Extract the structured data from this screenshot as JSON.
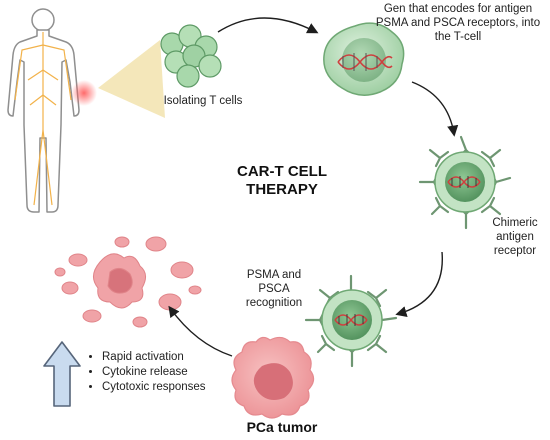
{
  "title": "CAR-T CELL THERAPY",
  "labels": {
    "isolating": "Isolating T cells",
    "gene": "Gen that encodes for antigen PSMA and PSCA receptors, into the T-cell",
    "chimeric": "Chimeric antigen receptor",
    "recognition": "PSMA and PSCA recognition",
    "tumor": "PCa tumor"
  },
  "bullets": [
    "Rapid activation",
    "Cytokine release",
    "Cytotoxic responses"
  ],
  "colors": {
    "cell_green": "#b8dfb9",
    "cell_green_dark": "#6fa874",
    "receptor": "#7a9e7e",
    "tumor_pink": "#f3a5a7",
    "tumor_nucleus": "#d76f78",
    "dna_red": "#cf3f3f",
    "body_outline": "#8f8f8f",
    "nerves": "#f2b24a",
    "arrow_blue": "#c9dbef"
  },
  "icons": [
    "human-body-icon",
    "t-cell-cluster-icon",
    "dna-icon",
    "car-receptor-icon",
    "tumor-cell-icon",
    "debris-icon",
    "up-arrow-icon"
  ]
}
